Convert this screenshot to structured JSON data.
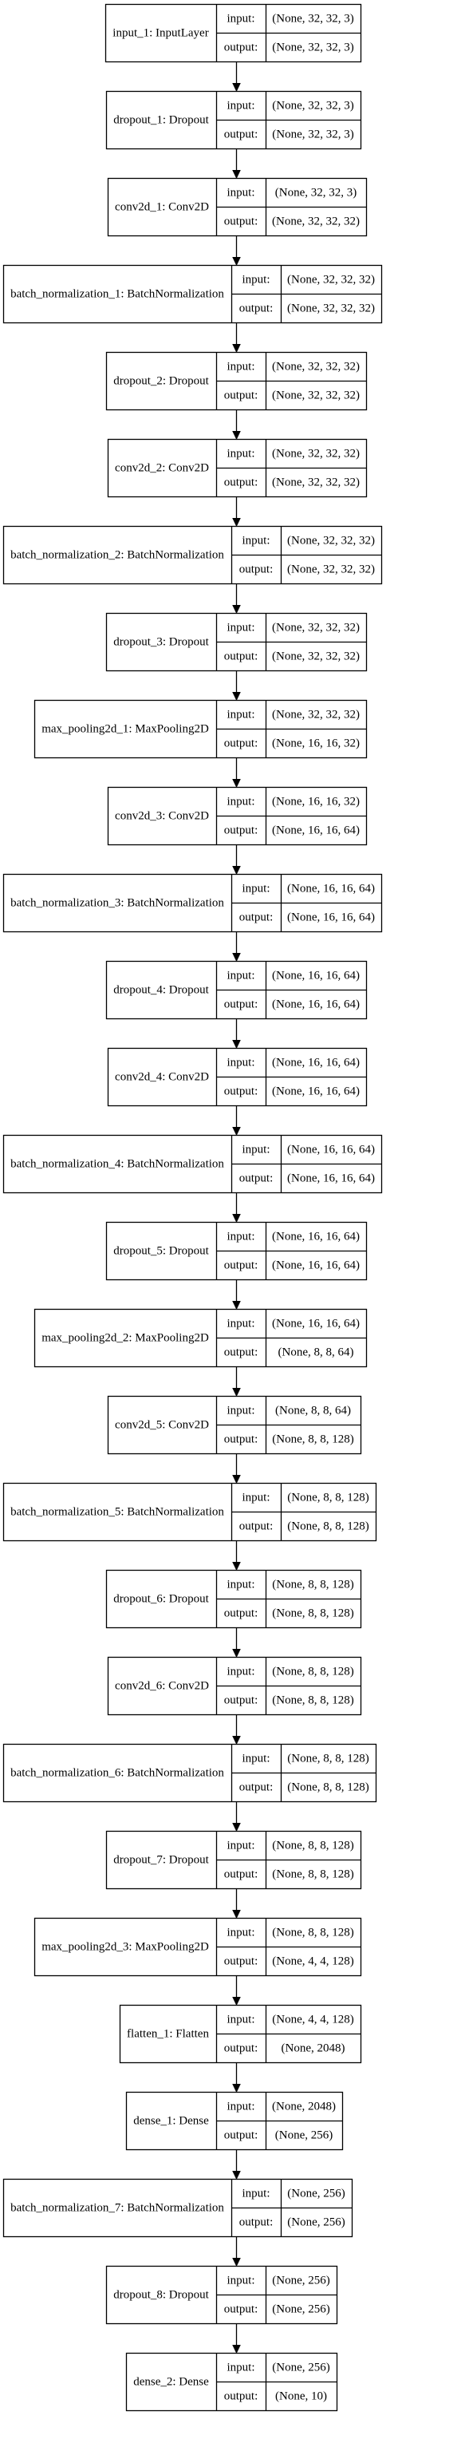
{
  "diagram": {
    "input_label": "input:",
    "output_label": "output:",
    "nodes": [
      {
        "name": "input_1: InputLayer",
        "input": "(None, 32, 32, 3)",
        "output": "(None, 32, 32, 3)"
      },
      {
        "name": "dropout_1: Dropout",
        "input": "(None, 32, 32, 3)",
        "output": "(None, 32, 32, 3)"
      },
      {
        "name": "conv2d_1: Conv2D",
        "input": "(None, 32, 32, 3)",
        "output": "(None, 32, 32, 32)"
      },
      {
        "name": "batch_normalization_1: BatchNormalization",
        "input": "(None, 32, 32, 32)",
        "output": "(None, 32, 32, 32)"
      },
      {
        "name": "dropout_2: Dropout",
        "input": "(None, 32, 32, 32)",
        "output": "(None, 32, 32, 32)"
      },
      {
        "name": "conv2d_2: Conv2D",
        "input": "(None, 32, 32, 32)",
        "output": "(None, 32, 32, 32)"
      },
      {
        "name": "batch_normalization_2: BatchNormalization",
        "input": "(None, 32, 32, 32)",
        "output": "(None, 32, 32, 32)"
      },
      {
        "name": "dropout_3: Dropout",
        "input": "(None, 32, 32, 32)",
        "output": "(None, 32, 32, 32)"
      },
      {
        "name": "max_pooling2d_1: MaxPooling2D",
        "input": "(None, 32, 32, 32)",
        "output": "(None, 16, 16, 32)"
      },
      {
        "name": "conv2d_3: Conv2D",
        "input": "(None, 16, 16, 32)",
        "output": "(None, 16, 16, 64)"
      },
      {
        "name": "batch_normalization_3: BatchNormalization",
        "input": "(None, 16, 16, 64)",
        "output": "(None, 16, 16, 64)"
      },
      {
        "name": "dropout_4: Dropout",
        "input": "(None, 16, 16, 64)",
        "output": "(None, 16, 16, 64)"
      },
      {
        "name": "conv2d_4: Conv2D",
        "input": "(None, 16, 16, 64)",
        "output": "(None, 16, 16, 64)"
      },
      {
        "name": "batch_normalization_4: BatchNormalization",
        "input": "(None, 16, 16, 64)",
        "output": "(None, 16, 16, 64)"
      },
      {
        "name": "dropout_5: Dropout",
        "input": "(None, 16, 16, 64)",
        "output": "(None, 16, 16, 64)"
      },
      {
        "name": "max_pooling2d_2: MaxPooling2D",
        "input": "(None, 16, 16, 64)",
        "output": "(None, 8, 8, 64)"
      },
      {
        "name": "conv2d_5: Conv2D",
        "input": "(None, 8, 8, 64)",
        "output": "(None, 8, 8, 128)"
      },
      {
        "name": "batch_normalization_5: BatchNormalization",
        "input": "(None, 8, 8, 128)",
        "output": "(None, 8, 8, 128)"
      },
      {
        "name": "dropout_6: Dropout",
        "input": "(None, 8, 8, 128)",
        "output": "(None, 8, 8, 128)"
      },
      {
        "name": "conv2d_6: Conv2D",
        "input": "(None, 8, 8, 128)",
        "output": "(None, 8, 8, 128)"
      },
      {
        "name": "batch_normalization_6: BatchNormalization",
        "input": "(None, 8, 8, 128)",
        "output": "(None, 8, 8, 128)"
      },
      {
        "name": "dropout_7: Dropout",
        "input": "(None, 8, 8, 128)",
        "output": "(None, 8, 8, 128)"
      },
      {
        "name": "max_pooling2d_3: MaxPooling2D",
        "input": "(None, 8, 8, 128)",
        "output": "(None, 4, 4, 128)"
      },
      {
        "name": "flatten_1: Flatten",
        "input": "(None, 4, 4, 128)",
        "output": "(None, 2048)"
      },
      {
        "name": "dense_1: Dense",
        "input": "(None, 2048)",
        "output": "(None, 256)"
      },
      {
        "name": "batch_normalization_7: BatchNormalization",
        "input": "(None, 256)",
        "output": "(None, 256)"
      },
      {
        "name": "dropout_8: Dropout",
        "input": "(None, 256)",
        "output": "(None, 256)"
      },
      {
        "name": "dense_2: Dense",
        "input": "(None, 256)",
        "output": "(None, 10)"
      }
    ]
  }
}
